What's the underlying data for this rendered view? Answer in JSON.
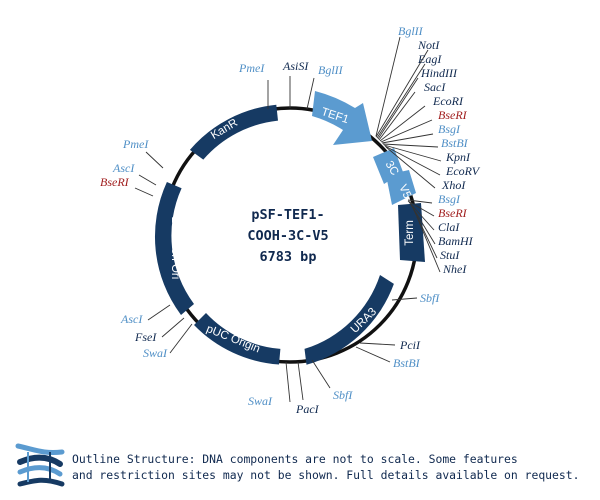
{
  "plasmid": {
    "name_line1": "pSF-TEF1-",
    "name_line2": "COOH-3C-V5",
    "size": "6783 bp"
  },
  "features": {
    "kanr": "KanR",
    "tef1": "TEF1",
    "c3": "3C",
    "v5": "V5",
    "term": "Term",
    "ura3": "URA3",
    "puc": "pUC Origin",
    "micron": "2 Micron Ori"
  },
  "sites": {
    "pme_top": "PmeI",
    "asis": "AsiSI",
    "bgl_top": "BglII",
    "pme_left": "PmeI",
    "asc_left": "AscI",
    "bse_left": "BseRI",
    "bgl2": "BglII",
    "not": "NotI",
    "eag": "EagI",
    "hind": "HindIII",
    "sac": "SacI",
    "eco": "EcoRI",
    "bse1": "BseRI",
    "bsg1": "BsgI",
    "bstbi1": "BstBI",
    "kpn": "KpnI",
    "ecorv": "EcoRV",
    "xho": "XhoI",
    "bsg2": "BsgI",
    "bse2": "BseRI",
    "cla": "ClaI",
    "bam": "BamHI",
    "stu": "StuI",
    "nhe": "NheI",
    "sbf_right": "SbfI",
    "pci": "PciI",
    "bstbi2": "BstBI",
    "sbf_bottom": "SbfI",
    "pac": "PacI",
    "swa_bottom": "SwaI",
    "asc_low": "AscI",
    "fse": "FseI",
    "swa_low": "SwaI"
  },
  "colors": {
    "navy": "#163a63",
    "light_blue": "#5b9bd0",
    "text_navy": "#10294f",
    "text_blue": "#4f8fc6",
    "text_red": "#a01d1d"
  },
  "footer": {
    "line1": "Outline Structure: DNA components are not to scale. Some features",
    "line2": "and restriction sites may not be shown. Full details available on request."
  },
  "logo": {
    "icon": "dna-helix-icon"
  }
}
